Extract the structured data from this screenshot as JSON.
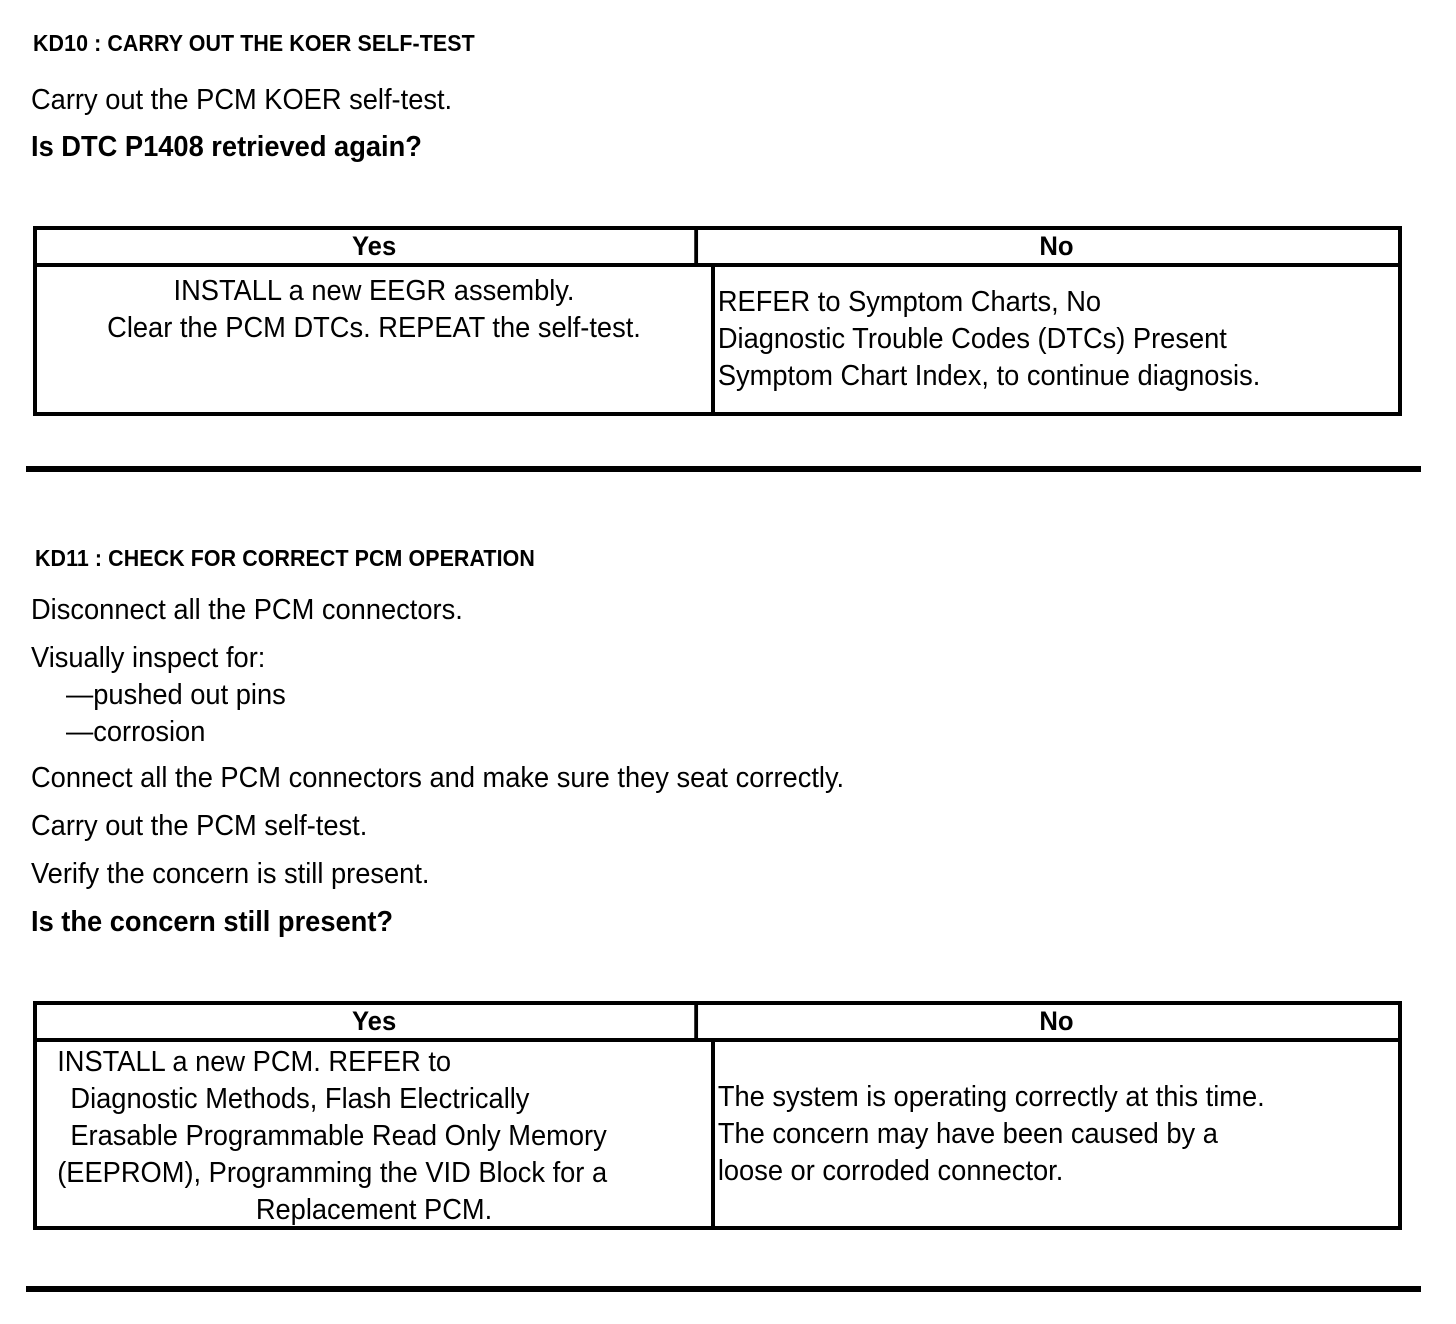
{
  "document": {
    "sections": [
      {
        "id": "KD10",
        "heading": "KD10 : CARRY OUT THE KOER SELF-TEST",
        "lines": [
          {
            "text": "Carry out the PCM KOER self-test.",
            "bold": false
          },
          {
            "text": "Is DTC P1408 retrieved again?",
            "bold": true
          }
        ],
        "table": {
          "headers": [
            "Yes",
            "No"
          ],
          "yes_lines": [
            "INSTALL a new EEGR assembly.",
            "Clear the PCM DTCs. REPEAT the self-test."
          ],
          "no_lines": [
            "REFER to Symptom Charts, No",
            "Diagnostic Trouble Codes (DTCs) Present",
            "Symptom Chart Index, to continue diagnosis."
          ]
        }
      },
      {
        "id": "KD11",
        "heading": "KD11 : CHECK FOR CORRECT PCM OPERATION",
        "lines": [
          {
            "text": "Disconnect all the PCM connectors.",
            "bold": false
          },
          {
            "text": "Visually inspect for:",
            "bold": false
          },
          {
            "text": "—pushed out pins",
            "bold": false
          },
          {
            "text": "—corrosion",
            "bold": false
          },
          {
            "text": "Connect all the PCM connectors and make sure they seat correctly.",
            "bold": false
          },
          {
            "text": "Carry out the PCM self-test.",
            "bold": false
          },
          {
            "text": "Verify the concern is still present.",
            "bold": false
          },
          {
            "text": "Is the concern still present?",
            "bold": true
          }
        ],
        "table": {
          "headers": [
            "Yes",
            "No"
          ],
          "yes_lines": [
            "INSTALL a new PCM.  REFER to",
            "Diagnostic Methods,  Flash Electrically",
            "Erasable Programmable Read Only Memory",
            "(EEPROM), Programming the VID Block for a",
            "Replacement PCM."
          ],
          "no_lines": [
            "The system is operating correctly at this time.",
            "The concern may have been caused by a",
            "loose or corroded connector."
          ]
        }
      }
    ]
  }
}
